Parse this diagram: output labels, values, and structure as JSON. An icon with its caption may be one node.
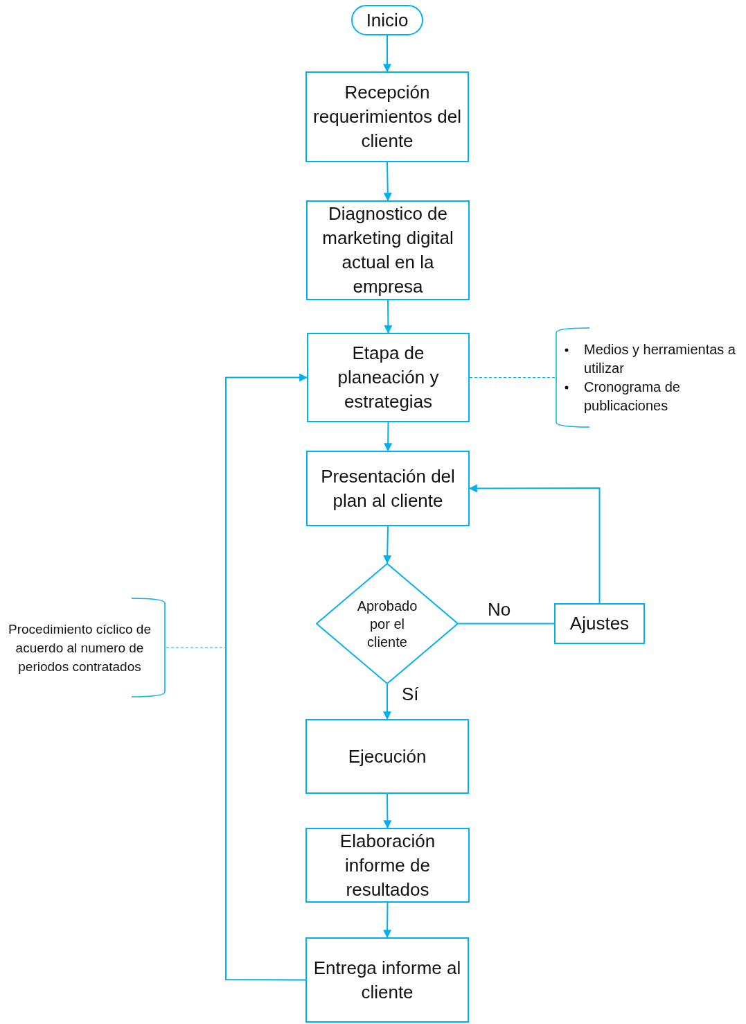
{
  "diagram": {
    "nodes": [
      {
        "text": [
          "Inicio"
        ]
      },
      {
        "text": [
          "Recepción requerimientos del cliente"
        ]
      },
      {
        "text": [
          "Diagnostico de marketing digital actual en la empresa"
        ]
      },
      {
        "text": [
          "Etapa de planeación y estrategias"
        ]
      },
      {
        "text": [
          "Medios y herramientas a utilizar",
          "Cronograma de publicaciones"
        ]
      },
      {
        "text": [
          "Presentación del plan al cliente"
        ]
      },
      {
        "text": [
          "Aprobado por el cliente"
        ]
      },
      {
        "text": [
          "Ajustes"
        ]
      },
      {
        "text": [
          "Ejecución"
        ]
      },
      {
        "text": [
          "Elaboración informe de resultados"
        ]
      },
      {
        "text": [
          "Entrega informe al cliente"
        ]
      },
      {
        "text": [
          "Procedimiento cíclico de acuerdo al numero de periodos contratados"
        ]
      }
    ],
    "edges": [
      {
        "from": 0,
        "to": 1,
        "arrow": "to"
      },
      {
        "from": 1,
        "to": 2,
        "arrow": "to"
      },
      {
        "from": 2,
        "to": 3,
        "arrow": "to"
      },
      {
        "from": 3,
        "to": 4,
        "arrow": "none",
        "style": "dashed"
      },
      {
        "from": 3,
        "to": 5,
        "arrow": "to"
      },
      {
        "from": 5,
        "to": 6,
        "arrow": "to"
      },
      {
        "from": 6,
        "to": 7,
        "arrow": "none",
        "label": "No"
      },
      {
        "from": 7,
        "to": 5,
        "arrow": "to"
      },
      {
        "from": 6,
        "to": 8,
        "arrow": "to",
        "label": "Sí"
      },
      {
        "from": 8,
        "to": 9,
        "arrow": "to"
      },
      {
        "from": 9,
        "to": 10,
        "arrow": "to"
      },
      {
        "from": 10,
        "to": 3,
        "arrow": "to"
      },
      {
        "from": 11,
        "to": null,
        "arrow": "none",
        "style": "dashed"
      }
    ]
  }
}
